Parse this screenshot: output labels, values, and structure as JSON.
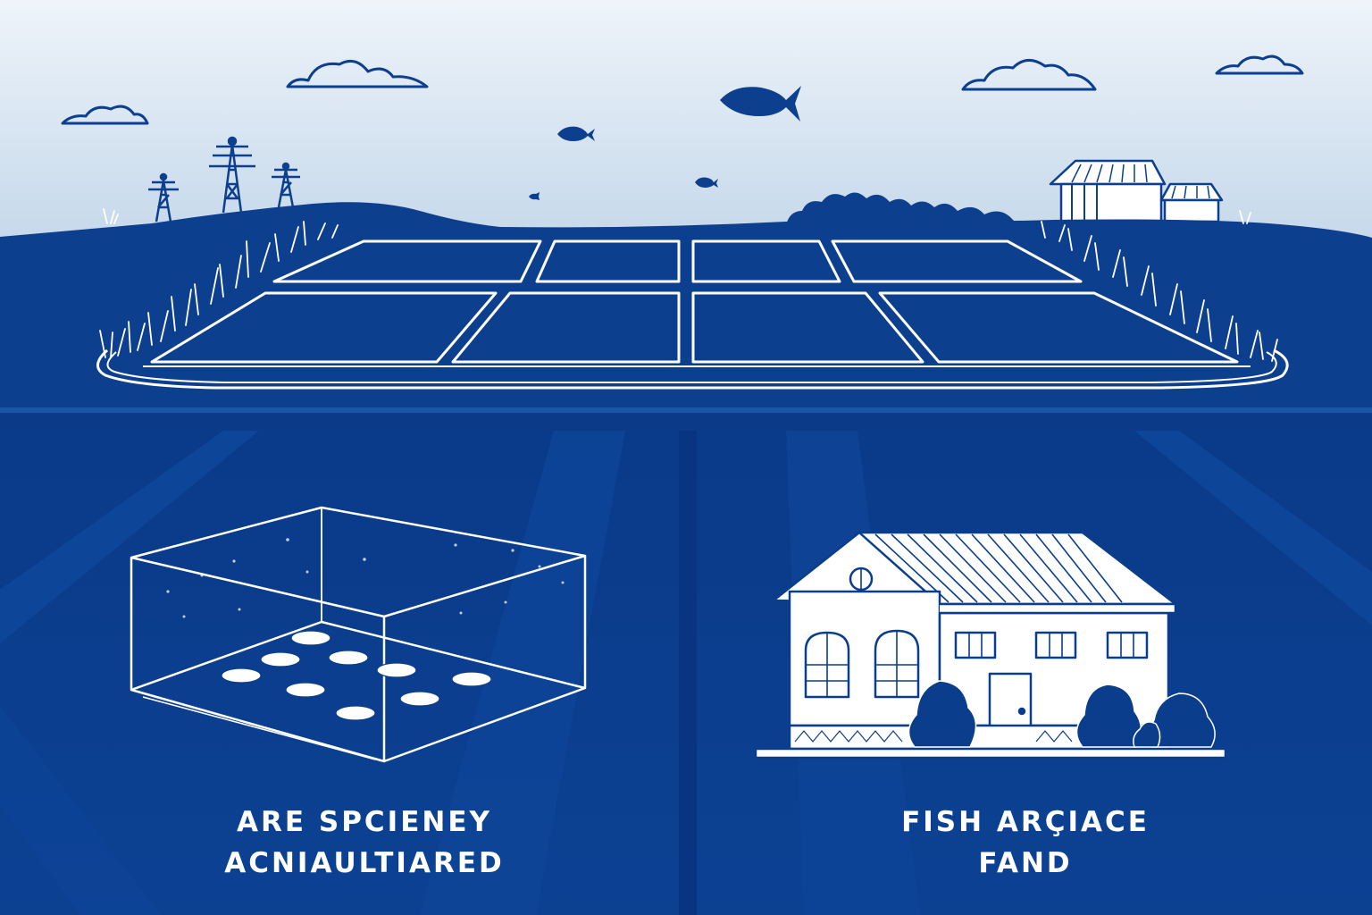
{
  "panels": {
    "left": {
      "caption_line1": "ARE SPCIENEY",
      "caption_line2": "ACNIAULTIARED"
    },
    "right": {
      "caption_line1": "FISH ARÇIACE",
      "caption_line2": "FAND"
    }
  },
  "colors": {
    "sky_top": "#e9f1f8",
    "sky_bottom": "#c6d8ea",
    "hill": "#0d3f8f",
    "ground": "#0b3f8f",
    "panel_dark": "#073582",
    "panel_light": "#164c9b",
    "line": "#ffffff"
  }
}
